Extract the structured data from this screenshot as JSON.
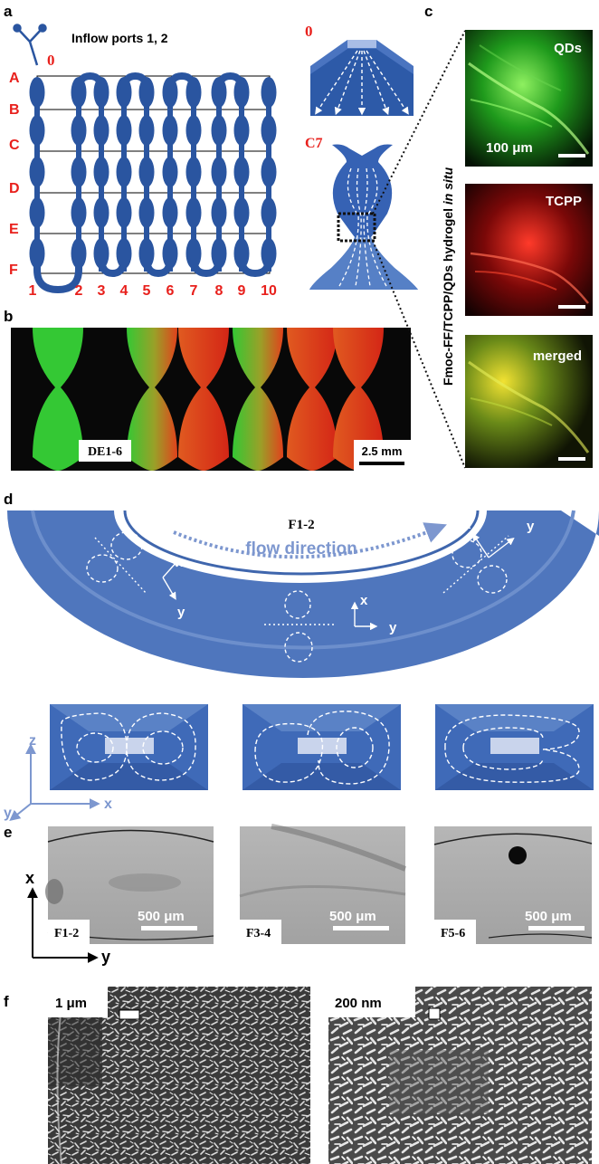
{
  "panel_letters": {
    "a": "a",
    "b": "b",
    "c": "c",
    "d": "d",
    "e": "e",
    "f": "f"
  },
  "panel_a": {
    "inflow_label": "Inflow ports 1, 2",
    "start_label": "0",
    "rows": [
      "A",
      "B",
      "C",
      "D",
      "E",
      "F"
    ],
    "cols": [
      "1",
      "2",
      "3",
      "4",
      "5",
      "6",
      "7",
      "8",
      "9",
      "10"
    ],
    "inset_top_label": "0",
    "inset_bottom_label": "C7"
  },
  "panel_b": {
    "location_label": "DE1-6",
    "scale_label": "2.5 mm"
  },
  "panel_c": {
    "side_label_prefix": "Fmoc-FF/TCPP/QDs hydrogel ",
    "side_label_italic": "in situ",
    "tiles": [
      {
        "label": "QDs",
        "scale": "100 μm"
      },
      {
        "label": "TCPP"
      },
      {
        "label": "merged"
      }
    ]
  },
  "panel_d": {
    "location_label": "F1-2",
    "flow_label": "flow direction",
    "axis_x": "x",
    "axis_y": "y",
    "axis_z": "z"
  },
  "panel_e": {
    "axis_x": "x",
    "axis_y": "y",
    "tiles": [
      {
        "label": "F1-2",
        "scale": "500 μm"
      },
      {
        "label": "F3-4",
        "scale": "500 μm"
      },
      {
        "label": "F5-6",
        "scale": "500 μm"
      }
    ]
  },
  "panel_f": {
    "tiles": [
      {
        "scale": "1 μm"
      },
      {
        "scale": "200 nm"
      }
    ]
  },
  "colors": {
    "channel_blue": "#2a55a0",
    "flow_blue": "#5d7fc2",
    "label_red": "#e8201c",
    "qd_green": "#35c832",
    "tcpp_red": "#d81818",
    "sem_gray": "#9a9a9a"
  }
}
